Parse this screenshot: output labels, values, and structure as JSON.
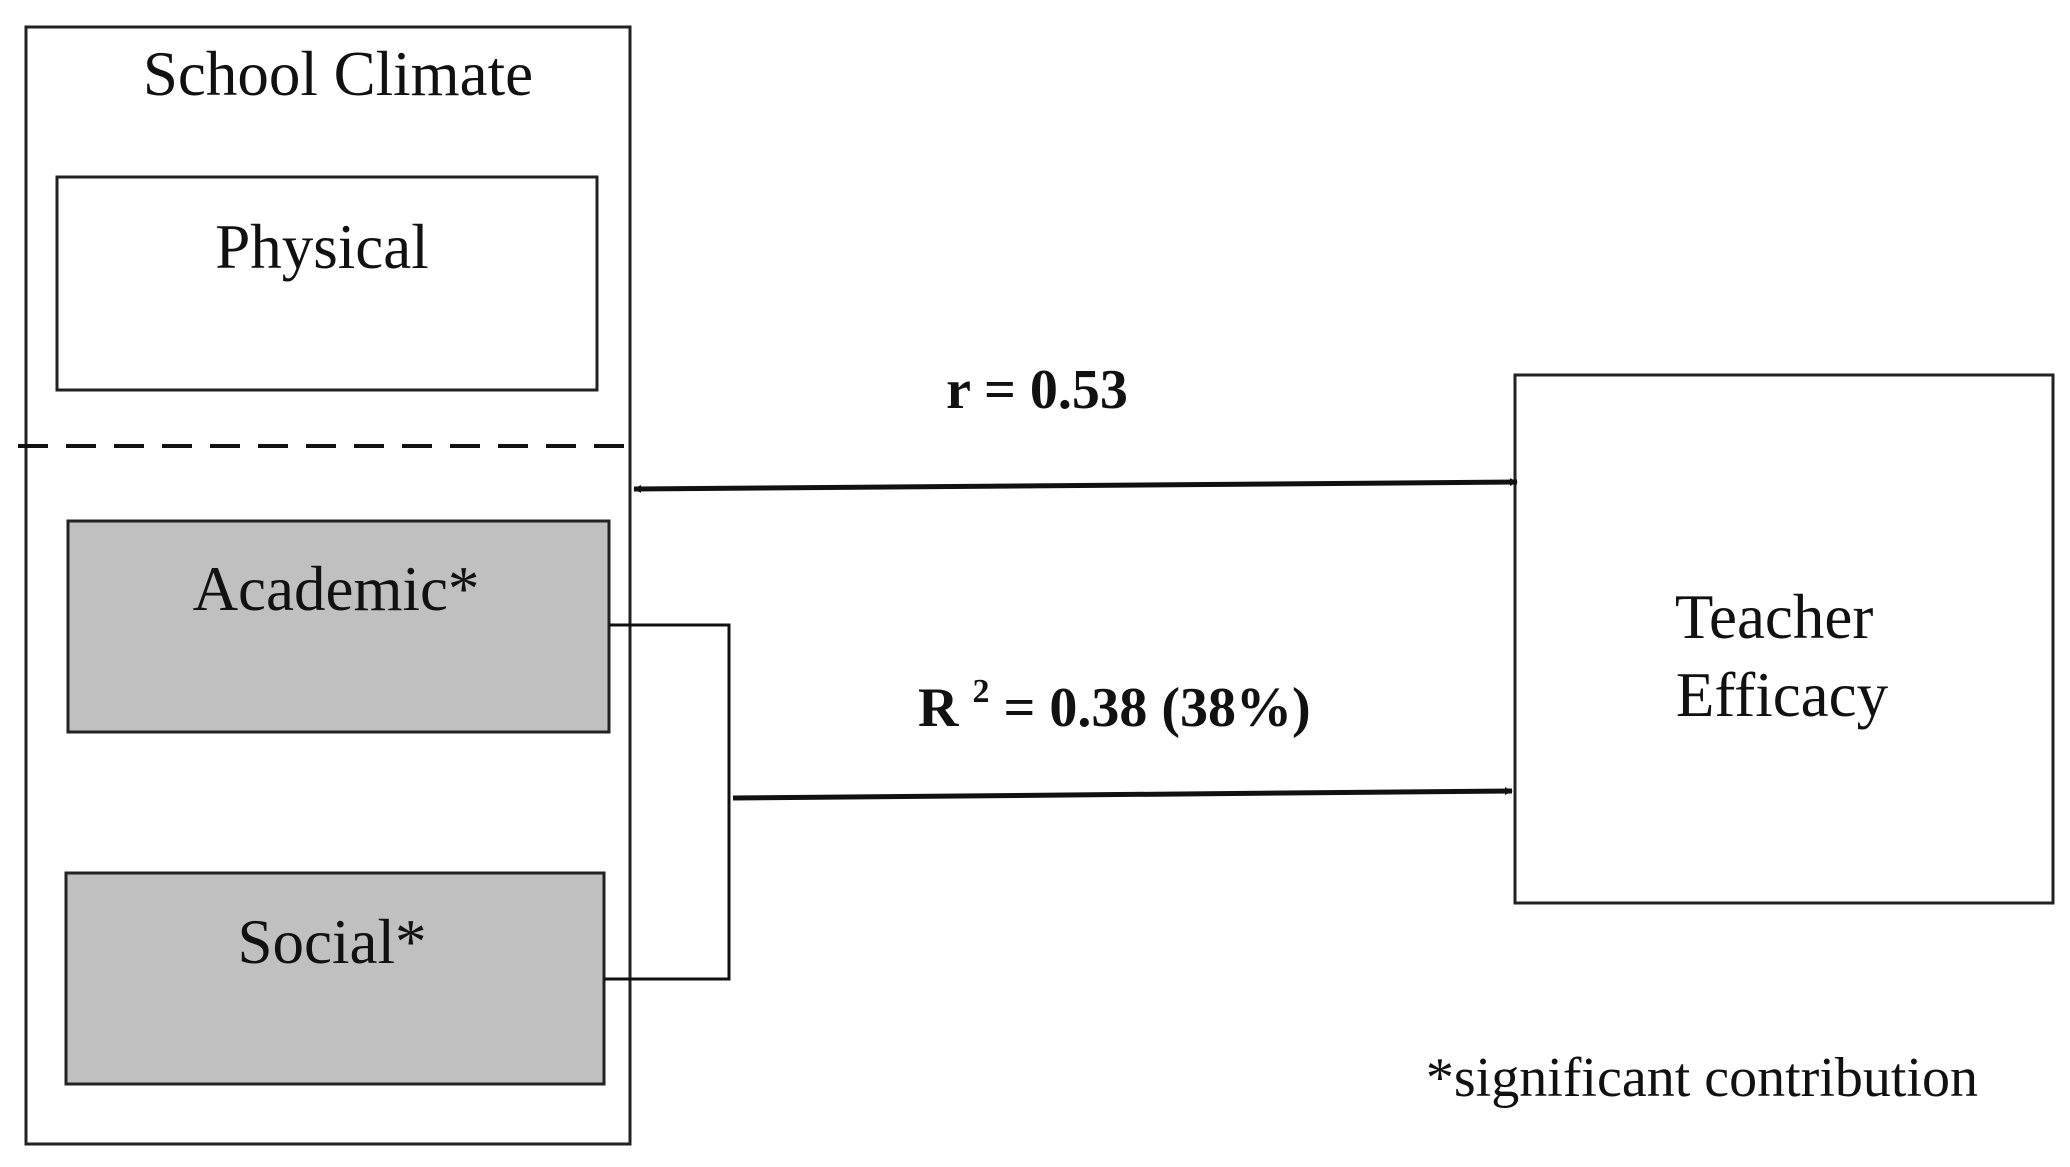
{
  "diagram": {
    "group_title": "School Climate",
    "boxes": {
      "physical": "Physical",
      "academic": "Academic*",
      "social": "Social*",
      "outcome_line1": "Teacher",
      "outcome_line2": "Efficacy"
    },
    "correlation_label": "r = 0.53",
    "r_squared": {
      "prefix": "R",
      "superscript": "2",
      "suffix": " = 0.38 (38%)"
    },
    "footnote": "*significant contribution"
  },
  "colors": {
    "shaded_box": "#c0c0c0",
    "line": "#111111",
    "background": "#ffffff"
  }
}
